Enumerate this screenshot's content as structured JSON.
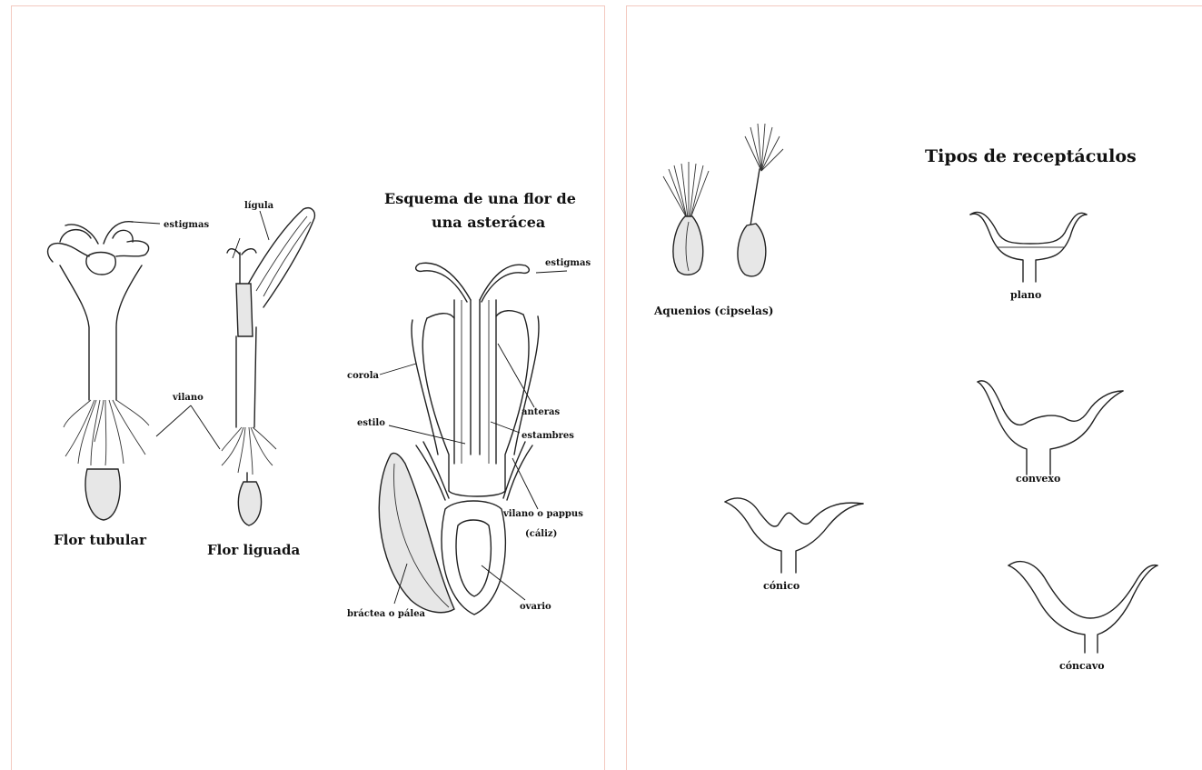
{
  "left_page": {
    "tubular": {
      "stigmas_label": "estigmas",
      "pappus_label": "vilano",
      "caption": "Flor tubular"
    },
    "ligulate": {
      "ligule_label": "lígula",
      "caption": "Flor liguada"
    },
    "scheme": {
      "title_line1": "Esquema de una flor de",
      "title_line2": "una asterácea",
      "labels": {
        "stigmas": "estigmas",
        "corolla": "corola",
        "anthers": "anteras",
        "style": "estilo",
        "stamens": "estambres",
        "pappus_line1": "vilano o pappus",
        "pappus_line2": "(cáliz)",
        "bract": "bráctea o pálea",
        "ovary": "ovario"
      }
    }
  },
  "right_page": {
    "achenes_caption": "Aquenios (cipselas)",
    "receptacles_title": "Tipos de receptáculos",
    "receptacle_labels": {
      "flat": "plano",
      "convex": "convexo",
      "conical": "cónico",
      "concave": "cóncavo"
    }
  }
}
